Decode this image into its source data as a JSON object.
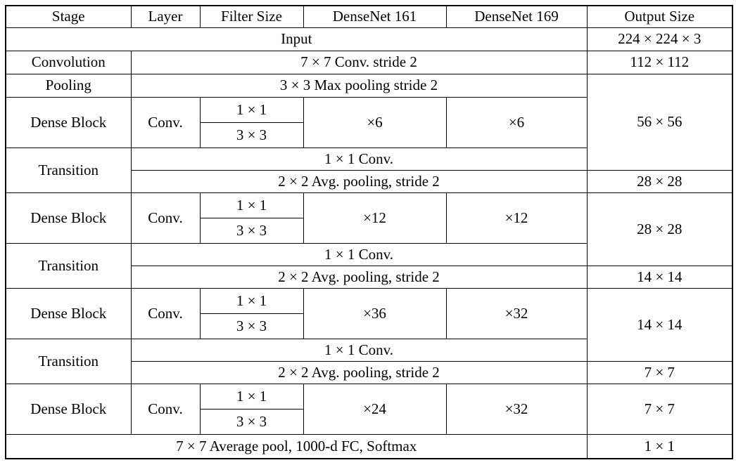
{
  "columns": [
    "Stage",
    "Layer",
    "Filter Size",
    "DenseNet 161",
    "DenseNet 169",
    "Output Size"
  ],
  "input_row": {
    "label": "Input",
    "output": "224 × 224 × 3"
  },
  "convolution_row": {
    "stage": "Convolution",
    "op": "7 × 7 Conv. stride 2",
    "output": "112 × 112"
  },
  "pooling_row": {
    "stage": "Pooling",
    "op": "3 × 3 Max pooling stride 2",
    "output": "56 × 56"
  },
  "dense_blocks": [
    {
      "stage": "Dense Block",
      "layer": "Conv.",
      "filters": [
        "1 × 1",
        "3 × 3"
      ],
      "densenet161": "×6",
      "densenet169": "×6",
      "output": ""
    },
    {
      "stage": "Dense Block",
      "layer": "Conv.",
      "filters": [
        "1 × 1",
        "3 × 3"
      ],
      "densenet161": "×12",
      "densenet169": "×12",
      "output": "28 × 28"
    },
    {
      "stage": "Dense Block",
      "layer": "Conv.",
      "filters": [
        "1 × 1",
        "3 × 3"
      ],
      "densenet161": "×36",
      "densenet169": "×32",
      "output": "14 × 14"
    },
    {
      "stage": "Dense Block",
      "layer": "Conv.",
      "filters": [
        "1 × 1",
        "3 × 3"
      ],
      "densenet161": "×24",
      "densenet169": "×32",
      "output": "7 × 7"
    }
  ],
  "transitions": [
    {
      "stage": "Transition",
      "conv": "1 × 1 Conv.",
      "pool": "2 × 2 Avg. pooling, stride 2",
      "pool_output": "28 × 28"
    },
    {
      "stage": "Transition",
      "conv": "1 × 1 Conv.",
      "pool": "2 × 2 Avg. pooling, stride 2",
      "pool_output": "14 × 14"
    },
    {
      "stage": "Transition",
      "conv": "1 × 1 Conv.",
      "pool": "2 × 2 Avg. pooling, stride 2",
      "pool_output": "7 × 7"
    }
  ],
  "final_row": {
    "op": "7 × 7 Average pool, 1000-d FC, Softmax",
    "output": "1 × 1"
  }
}
